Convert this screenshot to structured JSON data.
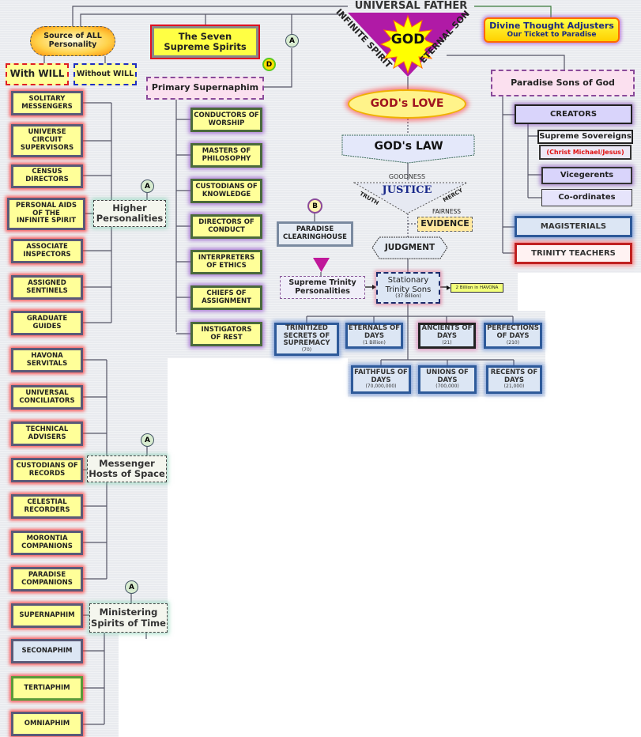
{
  "top": {
    "father": "UNIVERSAL FATHER",
    "god": "GOD",
    "spirit": "INFINITE SPIRIT",
    "son": "ETERNAL SON",
    "adjusters": "Divine Thought Adjusters",
    "adjusters_sub": "Our Ticket to Paradise"
  },
  "personality": {
    "source": "Source of ALL\nPersonality",
    "with": "With WILL",
    "without": "Without WILL"
  },
  "spirits": {
    "seven": "The Seven\nSupreme Spirits",
    "badge_a": "A",
    "badge_d": "D",
    "primary": "Primary Supernaphim",
    "items": [
      "CONDUCTORS OF\nWORSHIP",
      "MASTERS OF\nPHILOSOPHY",
      "CUSTODIANS OF\nKNOWLEDGE",
      "DIRECTORS OF\nCONDUCT",
      "INTERPRETERS\nOF ETHICS",
      "CHIEFS OF\nASSIGNMENT",
      "INSTIGATORS\nOF REST"
    ]
  },
  "higher": {
    "label": "Higher\nPersonalities",
    "badge": "A",
    "items": [
      "SOLITARY\nMESSENGERS",
      "UNIVERSE\nCIRCUIT\nSUPERVISORS",
      "CENSUS\nDIRECTORS",
      "PERSONAL AIDS\nOF THE\nINFINITE SPIRIT",
      "ASSOCIATE\nINSPECTORS",
      "ASSIGNED\nSENTINELS",
      "GRADUATE\nGUIDES"
    ]
  },
  "messenger": {
    "label": "Messenger\nHosts of Space",
    "badge": "A",
    "items": [
      "HAVONA\nSERVITALS",
      "UNIVERSAL\nCONCILIATORS",
      "TECHNICAL\nADVISERS",
      "CUSTODIANS OF\nRECORDS",
      "CELESTIAL\nRECORDERS",
      "MORONTIA\nCOMPANIONS",
      "PARADISE\nCOMPANIONS"
    ]
  },
  "ministering": {
    "label": "Ministering\nSpirits of Time",
    "badge": "A",
    "items": [
      "SUPERNAPHIM",
      "SECONAPHIM",
      "TERTIAPHIM",
      "OMNIAPHIM"
    ]
  },
  "center": {
    "love": "GOD's LOVE",
    "law": "GOD's LAW",
    "goodness": "GOODNESS",
    "justice": "JUSTICE",
    "truth": "TRUTH",
    "mercy": "MERCY",
    "fairness": "FAIRNESS",
    "evidence": "EVIDENCE",
    "judgment": "JUDGMENT",
    "badge_b": "B",
    "clearinghouse": "PARADISE\nCLEARINGHOUSE",
    "supreme_trinity": "Supreme Trinity\nPersonalities",
    "stationary": "Stationary\nTrinity Sons",
    "stationary_count": "(37 Billion)",
    "havona": "2 Billion in HAVONA"
  },
  "trinity": {
    "row1": [
      {
        "name": "TRINITIZED\nSECRETS OF\nSUPREMACY",
        "count": "(70)"
      },
      {
        "name": "ETERNALS OF\nDAYS",
        "count": "(1 Billion)"
      },
      {
        "name": "ANCIENTS OF\nDAYS",
        "count": "(21)"
      },
      {
        "name": "PERFECTIONS\nOF DAYS",
        "count": "(210)"
      }
    ],
    "row2": [
      {
        "name": "FAITHFULS OF\nDAYS",
        "count": "(70,000,000)"
      },
      {
        "name": "UNIONS OF\nDAYS",
        "count": "(700,000)"
      },
      {
        "name": "RECENTS OF\nDAYS",
        "count": "(21,000)"
      }
    ]
  },
  "sons": {
    "title": "Paradise Sons of God",
    "creators": "CREATORS",
    "sovereigns": "Supreme Sovereigns",
    "christ": "(Christ Michael/Jesus)",
    "vicegerents": "Vicegerents",
    "coordinates": "Co-ordinates",
    "magisterials": "MAGISTERIALS",
    "teachers": "TRINITY TEACHERS"
  },
  "colors": {
    "triangle": "#b01aa6",
    "star": "#ffff00",
    "box_yellow": "#ffff99",
    "glow_red": "#ff2828",
    "glow_blue": "#3c6ec8",
    "glow_purple": "#8c46c8",
    "love_text": "#a0141e",
    "justice_text": "#1a2a8a",
    "christ_text": "#e01010"
  }
}
